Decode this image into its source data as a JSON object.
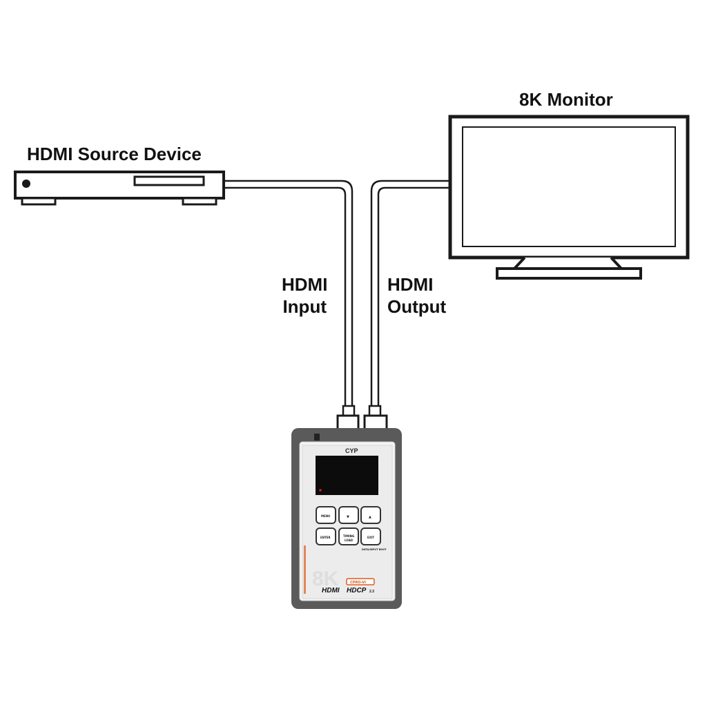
{
  "labels": {
    "source_device": "HDMI Source Device",
    "monitor": "8K Monitor",
    "input_line1": "HDMI",
    "input_line2": "Input",
    "output_line1": "HDMI",
    "output_line2": "Output"
  },
  "device": {
    "brand": "CYP",
    "model": "CPRO-VI",
    "watermark": "8K",
    "logo_hdmi": "HDMI",
    "logo_hdcp": "HDCP",
    "hdcp_version": "2.3",
    "status_text": "DATA/INPUT BOOT",
    "buttons": {
      "menu": "MENU",
      "down": "▼",
      "up": "▲",
      "enter": "ENTER",
      "timing": "TIMING",
      "enter_label2": "LOAD",
      "exit": "EXIT"
    }
  },
  "colors": {
    "line": "#1a1a1a",
    "device_shadow": "#555555",
    "screen": "#d81e12",
    "accent": "#e05a1e"
  }
}
